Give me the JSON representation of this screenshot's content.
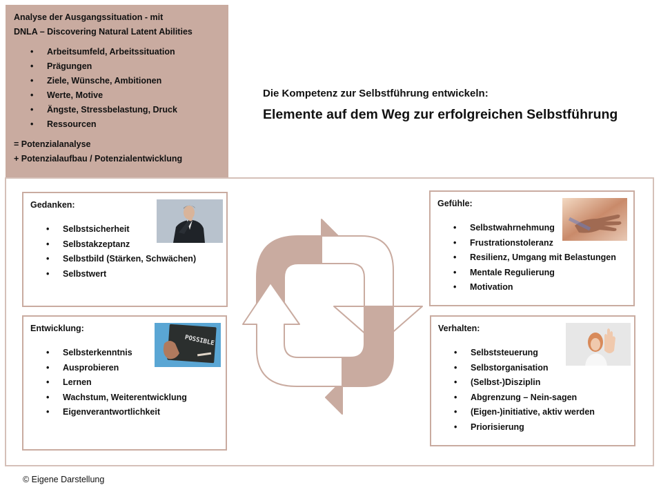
{
  "analysis_box": {
    "title_line1": "Analyse der Ausgangssituation - mit",
    "title_line2": "DNLA – Discovering Natural Latent Abilities",
    "items": [
      "Arbeitsumfeld, Arbeitssituation",
      "Prägungen",
      "Ziele, Wünsche, Ambitionen",
      "Werte, Motive",
      "Ängste, Stressbelastung, Druck",
      "Ressourcen"
    ],
    "result_line1": "= Potenzialanalyse",
    "result_line2": "+ Potenzialaufbau / Potenzialentwicklung"
  },
  "heading": {
    "line1": "Die Kompetenz zur Selbstführung entwickeln:",
    "line2": "Elemente auf dem Weg zur erfolgreichen Selbstführung"
  },
  "cards": {
    "gedanken": {
      "title": "Gedanken:",
      "items": [
        "Selbstsicherheit",
        "Selbstakzeptanz",
        "Selbstbild (Stärken, Schwächen)",
        "Selbstwert"
      ]
    },
    "gefuehle": {
      "title": "Gefühle:",
      "items": [
        "Selbstwahrnehmung",
        "Frustrationstoleranz",
        "Resilienz, Umgang mit Belastungen",
        "Mentale Regulierung",
        "Motivation"
      ]
    },
    "entwicklung": {
      "title": "Entwicklung:",
      "items": [
        "Selbsterkenntnis",
        "Ausprobieren",
        "Lernen",
        "Wachstum, Weiterentwicklung",
        "Eigenverantwortlichkeit"
      ]
    },
    "verhalten": {
      "title": "Verhalten:",
      "items": [
        "Selbststeuerung",
        "Selbstorganisation",
        "(Selbst-)Disziplin",
        "Abgrenzung – Nein-sagen",
        "(Eigen-)initiative, aktiv werden",
        "Priorisierung"
      ]
    }
  },
  "photos": {
    "gedanken": "thinking-man-photo",
    "gefuehle": "hand-light-photo",
    "entwicklung": "possible-chalkboard-photo",
    "verhalten": "woman-stop-hand-photo"
  },
  "chalkboard_text": "POSSIBLE",
  "footer": "© Eigene Darstellung",
  "colors": {
    "accent": "#c9aba0",
    "frame": "#d5c0b8",
    "arrow": "#c9aba0"
  }
}
